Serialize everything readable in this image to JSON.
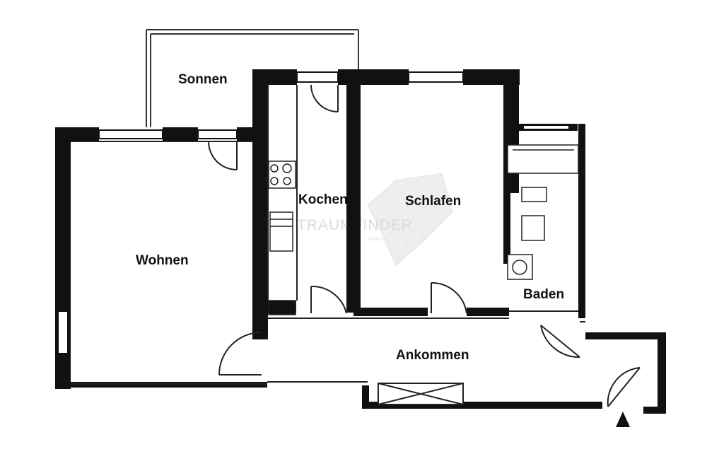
{
  "rooms": {
    "sonnen": "Sonnen",
    "kochen": "Kochen",
    "schlafen": "Schlafen",
    "wohnen": "Wohnen",
    "baden": "Baden",
    "ankommen": "Ankommen"
  },
  "watermark": {
    "text": "TRAUMFINDER",
    "subtext": "zuhause"
  },
  "colors": {
    "wall": "#111111",
    "thin_line": "#222222",
    "watermark": "#d8d8d8",
    "background": "#ffffff"
  },
  "icons": {
    "entrance": "entrance-arrow-icon"
  }
}
